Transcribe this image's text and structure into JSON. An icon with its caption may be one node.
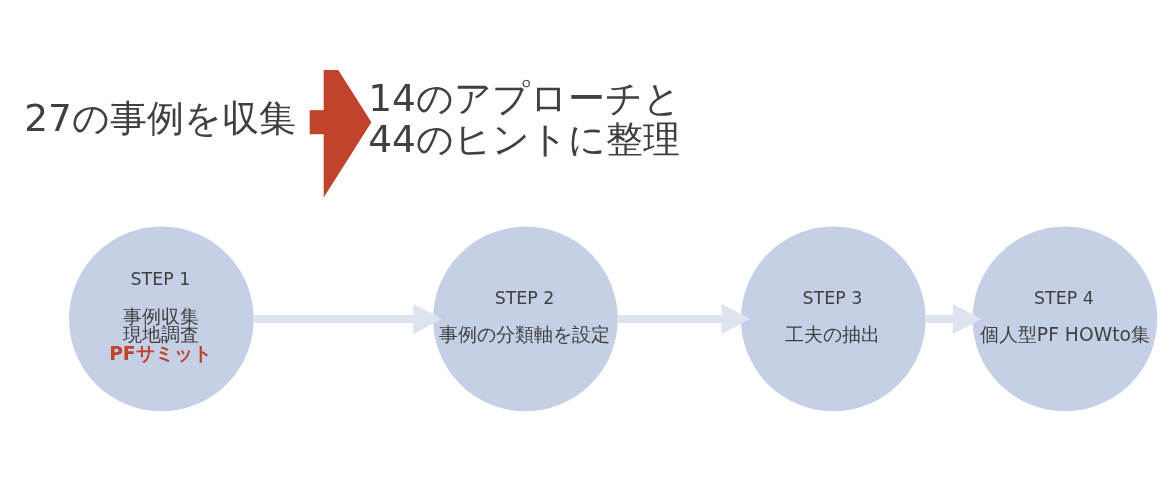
{
  "diagram": {
    "nodes": [
      {
        "text": [
          "STEP 1",
          "事例収集",
          "現地調査",
          "PFサミット"
        ]
      },
      {
        "text": [
          "STEP 2",
          "事例の分類軸を設定"
        ]
      },
      {
        "text": [
          "STEP 3",
          "工夫の抽出"
        ]
      },
      {
        "text": [
          "STEP 4",
          "個人型PF HOWto集"
        ]
      },
      {
        "text": [
          "27の事例を収集"
        ]
      },
      {
        "text": [
          "14のアプローチと44のヒントに整理"
        ]
      }
    ],
    "edges": [
      {
        "from": 0,
        "to": 1,
        "arrow": "to"
      },
      {
        "from": 1,
        "to": 2,
        "arrow": "to"
      },
      {
        "from": 2,
        "to": 3,
        "arrow": "to"
      },
      {
        "from": 4,
        "to": 5,
        "arrow": "to",
        "style": "thick",
        "color": "#c0432b"
      }
    ]
  }
}
